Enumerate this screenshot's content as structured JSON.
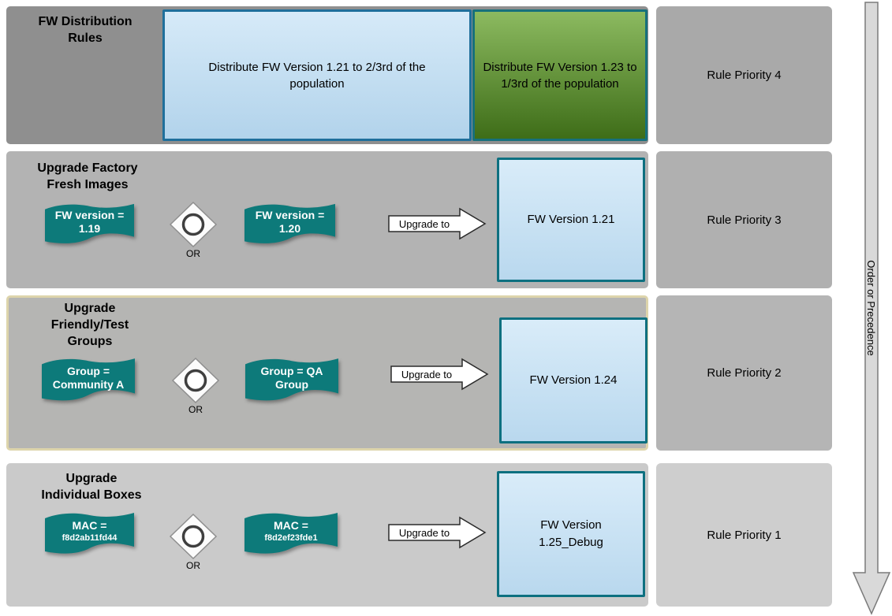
{
  "colors": {
    "ribbon_teal": "#0d7a7a",
    "blue_box_border": "#1f6f9b",
    "target_box_border": "#0d7080",
    "green_box_top": "#8cba60",
    "green_box_bottom": "#3e6d18",
    "row1_bg": "#8f8f8f",
    "row2_bg": "#b3b3b3",
    "row3_bg": "#b5b5b3",
    "row4_bg": "#cacaca"
  },
  "precedence": {
    "label": "Order or Precedence"
  },
  "rows": [
    {
      "title": "FW Distribution Rules",
      "priority": "Rule Priority 4",
      "boxes": [
        {
          "label": "Distribute FW Version 1.21 to 2/3rd of the population"
        },
        {
          "label": "Distribute FW Version 1.23 to 1/3rd of the population"
        }
      ]
    },
    {
      "title": "Upgrade Factory Fresh Images",
      "priority": "Rule Priority 3",
      "condition_a": {
        "line1": "FW version =",
        "line2": "1.19"
      },
      "or": "OR",
      "condition_b": {
        "line1": "FW version =",
        "line2": "1.20"
      },
      "arrow": "Upgrade to",
      "target": "FW Version 1.21"
    },
    {
      "title": "Upgrade Friendly/Test Groups",
      "priority": "Rule Priority 2",
      "condition_a": {
        "line1": "Group =",
        "line2": "Community A"
      },
      "or": "OR",
      "condition_b": {
        "line1": "Group = QA",
        "line2": "Group"
      },
      "arrow": "Upgrade to",
      "target": "FW Version 1.24"
    },
    {
      "title": "Upgrade Individual Boxes",
      "priority": "Rule Priority 1",
      "condition_a": {
        "line1": "MAC =",
        "line2": "f8d2ab11fd44"
      },
      "or": "OR",
      "condition_b": {
        "line1": "MAC =",
        "line2": "f8d2ef23fde1"
      },
      "arrow": "Upgrade to",
      "target": "FW Version 1.25_Debug"
    }
  ]
}
